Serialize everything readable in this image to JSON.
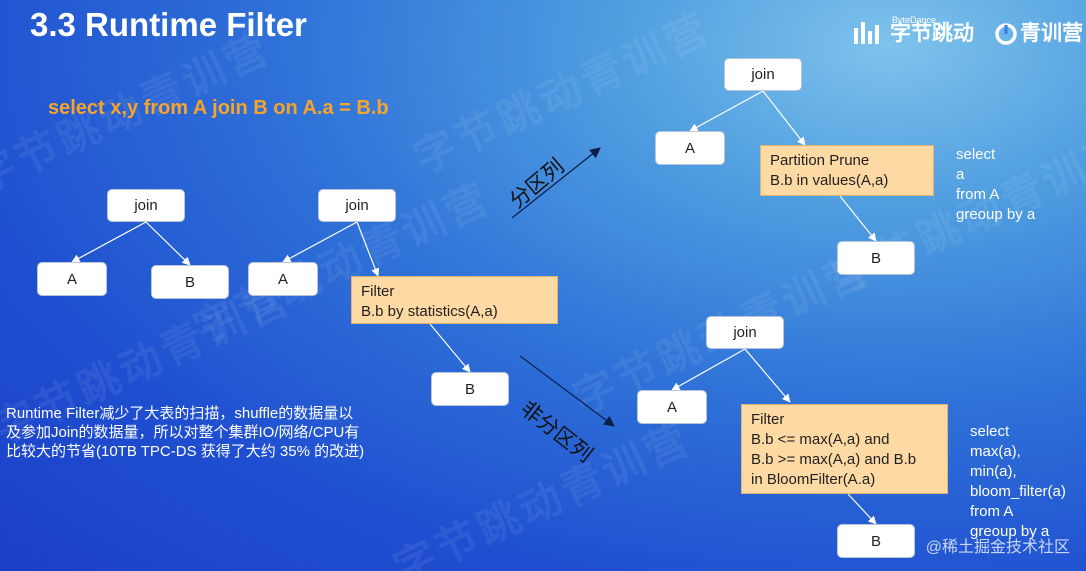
{
  "title": "3.3 Runtime Filter",
  "sql": "select x,y from A join B on A.a = B.b",
  "brand": {
    "bytedance_small": "ByteDance",
    "bytedance": "字节跳动",
    "camp": "青训营",
    "watermark": "字节跳动青训营"
  },
  "nodes": {
    "left_join": "join",
    "left_a": "A",
    "left_b": "B",
    "mid_join": "join",
    "mid_a": "A",
    "mid_b": "B",
    "tr_join": "join",
    "tr_a": "A",
    "tr_b": "B",
    "br_join": "join",
    "br_a": "A",
    "br_b": "B"
  },
  "filter_mid": [
    "Filter",
    "B.b by statistics(A,a)"
  ],
  "partition_box": [
    "Partition Prune",
    "B.b in values(A,a)"
  ],
  "filter_br": [
    "Filter",
    "B.b <= max(A,a) and",
    "B.b >= max(A,a) and B.b",
    "in BloomFilter(A.a)"
  ],
  "note_tr": [
    "select",
    "a",
    "from A",
    "greoup by a"
  ],
  "note_br": [
    "select",
    "max(a),",
    "min(a),",
    "bloom_filter(a)",
    "from A",
    "greoup by a"
  ],
  "arrow_labels": {
    "partition": "分区列",
    "non_partition": "非分区列"
  },
  "description": [
    "Runtime Filter减少了大表的扫描，shuffle的数据量以",
    "及参加Join的数据量，所以对整个集群IO/网络/CPU有",
    "比较大的节省(10TB TPC-DS 获得了大约 35% 的改进)"
  ],
  "footer": "@稀土掘金技术社区",
  "colors": {
    "bg_dark": "#1b3fc8",
    "bg_light": "#7ec3ec",
    "title": "#ffffff",
    "sql": "#f7a32c",
    "box_fill": "#fdd9a4",
    "node_fill": "#ffffff"
  }
}
